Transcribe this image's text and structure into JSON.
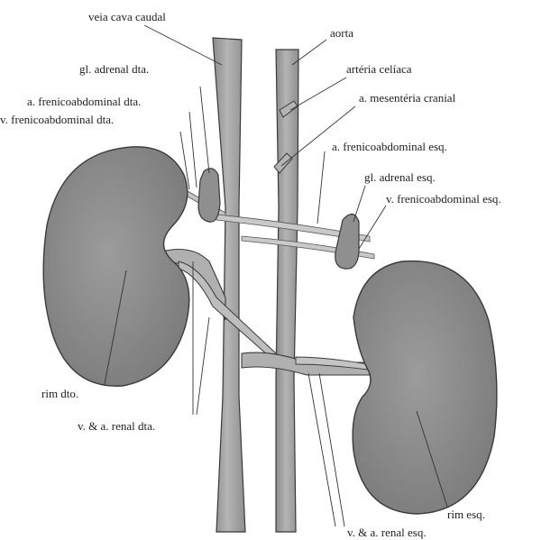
{
  "labels": {
    "veia_cava_caudal": "veia cava caudal",
    "aorta": "aorta",
    "gl_adrenal_dta": "gl. adrenal dta.",
    "arteria_celiaca": "artéria celíaca",
    "a_mesenteria_cranial": "a. mesentéria cranial",
    "a_frenicoabdominal_dta": "a. frenicoabdominal dta.",
    "v_frenicoabdominal_dta": "v. frenicoabdominal dta.",
    "a_frenicoabdominal_esq": "a. frenicoabdominal esq.",
    "gl_adrenal_esq": "gl. adrenal esq.",
    "v_frenicoabdominal_esq": "v. frenicoabdominal esq.",
    "rim_dto": "rim dto.",
    "v_a_renal_dta": "v. & a. renal dta.",
    "rim_esq": "rim esq.",
    "v_a_renal_esq": "v. & a. renal esq."
  },
  "colors": {
    "vessel_fill": "#a9a9a9",
    "kidney_fill": "#8f8f8f",
    "outline": "#3a3a3a",
    "leader": "#333333"
  }
}
